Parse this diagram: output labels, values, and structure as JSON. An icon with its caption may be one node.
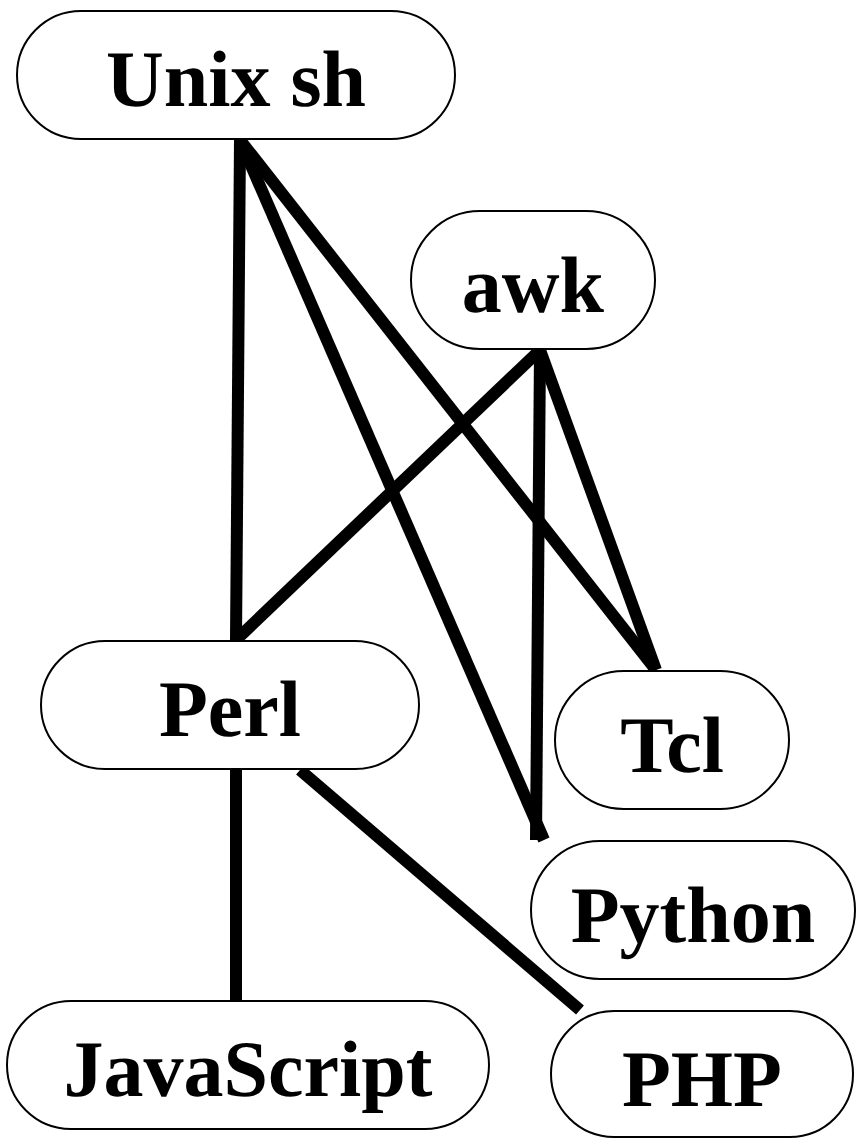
{
  "diagram": {
    "nodes": [
      {
        "text": [
          "Unix sh"
        ]
      },
      {
        "text": [
          "awk"
        ]
      },
      {
        "text": [
          "Perl"
        ]
      },
      {
        "text": [
          "Tcl"
        ]
      },
      {
        "text": [
          "Python"
        ]
      },
      {
        "text": [
          "JavaScript"
        ]
      },
      {
        "text": [
          "PHP"
        ]
      }
    ],
    "edges": [
      {
        "from": 0,
        "to": 2,
        "arrow": "none"
      },
      {
        "from": 0,
        "to": 3,
        "arrow": "none"
      },
      {
        "from": 0,
        "to": 4,
        "arrow": "none"
      },
      {
        "from": 1,
        "to": 2,
        "arrow": "none"
      },
      {
        "from": 1,
        "to": 3,
        "arrow": "none"
      },
      {
        "from": 1,
        "to": 4,
        "arrow": "none"
      },
      {
        "from": 2,
        "to": 5,
        "arrow": "none"
      },
      {
        "from": 2,
        "to": 6,
        "arrow": "none"
      }
    ]
  }
}
